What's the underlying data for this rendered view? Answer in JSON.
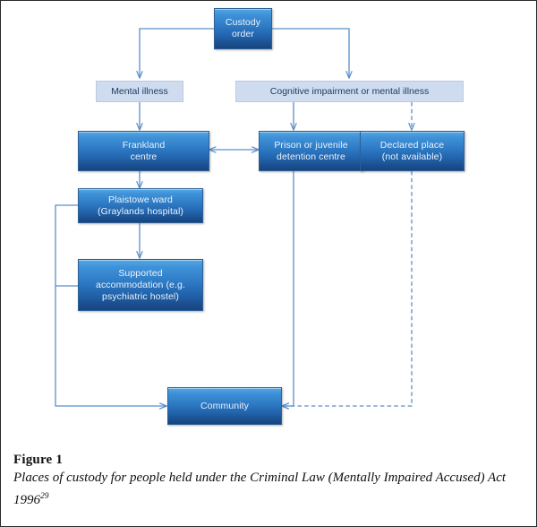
{
  "figure": {
    "label": "Figure 1",
    "description": "Places of custody for people held under the Criminal Law  (Mentally Impaired Accused) Act 1996",
    "footnote_marker": "29"
  },
  "diagram": {
    "type": "flowchart",
    "title": "Places of custody for people held under the Criminal Law (Mentally Impaired Accused) Act 1996",
    "nodes": {
      "custody_order": "Custody order",
      "mental_illness": "Mental illness",
      "cognitive_impairment": "Cognitive impairment or mental illness",
      "frankland": "Frankland centre",
      "prison": "Prison or juvenile detention centre",
      "declared_place": "Declared place (not available)",
      "plaistowe": "Plaistowe ward (Graylands hospital)",
      "supported_accommodation": "Supported accommodation (e.g. psychiatric hostel)",
      "community": "Community"
    },
    "node_lines": {
      "custody_order": [
        "Custody",
        "order"
      ],
      "mental_illness": [
        "Mental illness"
      ],
      "cognitive_impairment": [
        "Cognitive impairment or mental illness"
      ],
      "frankland": [
        "Frankland",
        "centre"
      ],
      "prison": [
        "Prison or juvenile",
        "detention centre"
      ],
      "declared_place": [
        "Declared place",
        "(not available)"
      ],
      "plaistowe": [
        "Plaistowe ward",
        "(Graylands hospital)"
      ],
      "supported_accommodation": [
        "Supported",
        "accommodation (e.g.",
        "psychiatric hostel)"
      ],
      "community": [
        "Community"
      ]
    },
    "edges": [
      {
        "from": "custody_order",
        "to": "mental_illness",
        "style": "solid",
        "arrow": "single"
      },
      {
        "from": "custody_order",
        "to": "cognitive_impairment",
        "style": "solid",
        "arrow": "single"
      },
      {
        "from": "mental_illness",
        "to": "frankland",
        "style": "solid",
        "arrow": "single"
      },
      {
        "from": "cognitive_impairment",
        "to": "prison",
        "style": "solid",
        "arrow": "single"
      },
      {
        "from": "cognitive_impairment",
        "to": "declared_place",
        "style": "dashed",
        "arrow": "single"
      },
      {
        "from": "frankland",
        "to": "prison",
        "style": "solid",
        "arrow": "double"
      },
      {
        "from": "frankland",
        "to": "plaistowe",
        "style": "solid",
        "arrow": "single"
      },
      {
        "from": "plaistowe",
        "to": "supported_accommodation",
        "style": "solid",
        "arrow": "single"
      },
      {
        "from": "plaistowe",
        "to": "community",
        "style": "solid",
        "arrow": "single"
      },
      {
        "from": "supported_accommodation",
        "to": "community",
        "style": "solid",
        "arrow": "single"
      },
      {
        "from": "prison",
        "to": "community",
        "style": "solid",
        "arrow": "single"
      },
      {
        "from": "declared_place",
        "to": "community",
        "style": "dashed",
        "arrow": "single"
      }
    ],
    "colors": {
      "node_fill_top": "#53a8e6",
      "node_fill_bottom": "#17457f",
      "node_text": "#eaf3fb",
      "label_fill": "#cfdcef",
      "label_text": "#1d3c62",
      "connector": "#5b8fc9",
      "frame_border": "#2b2b2b"
    }
  }
}
